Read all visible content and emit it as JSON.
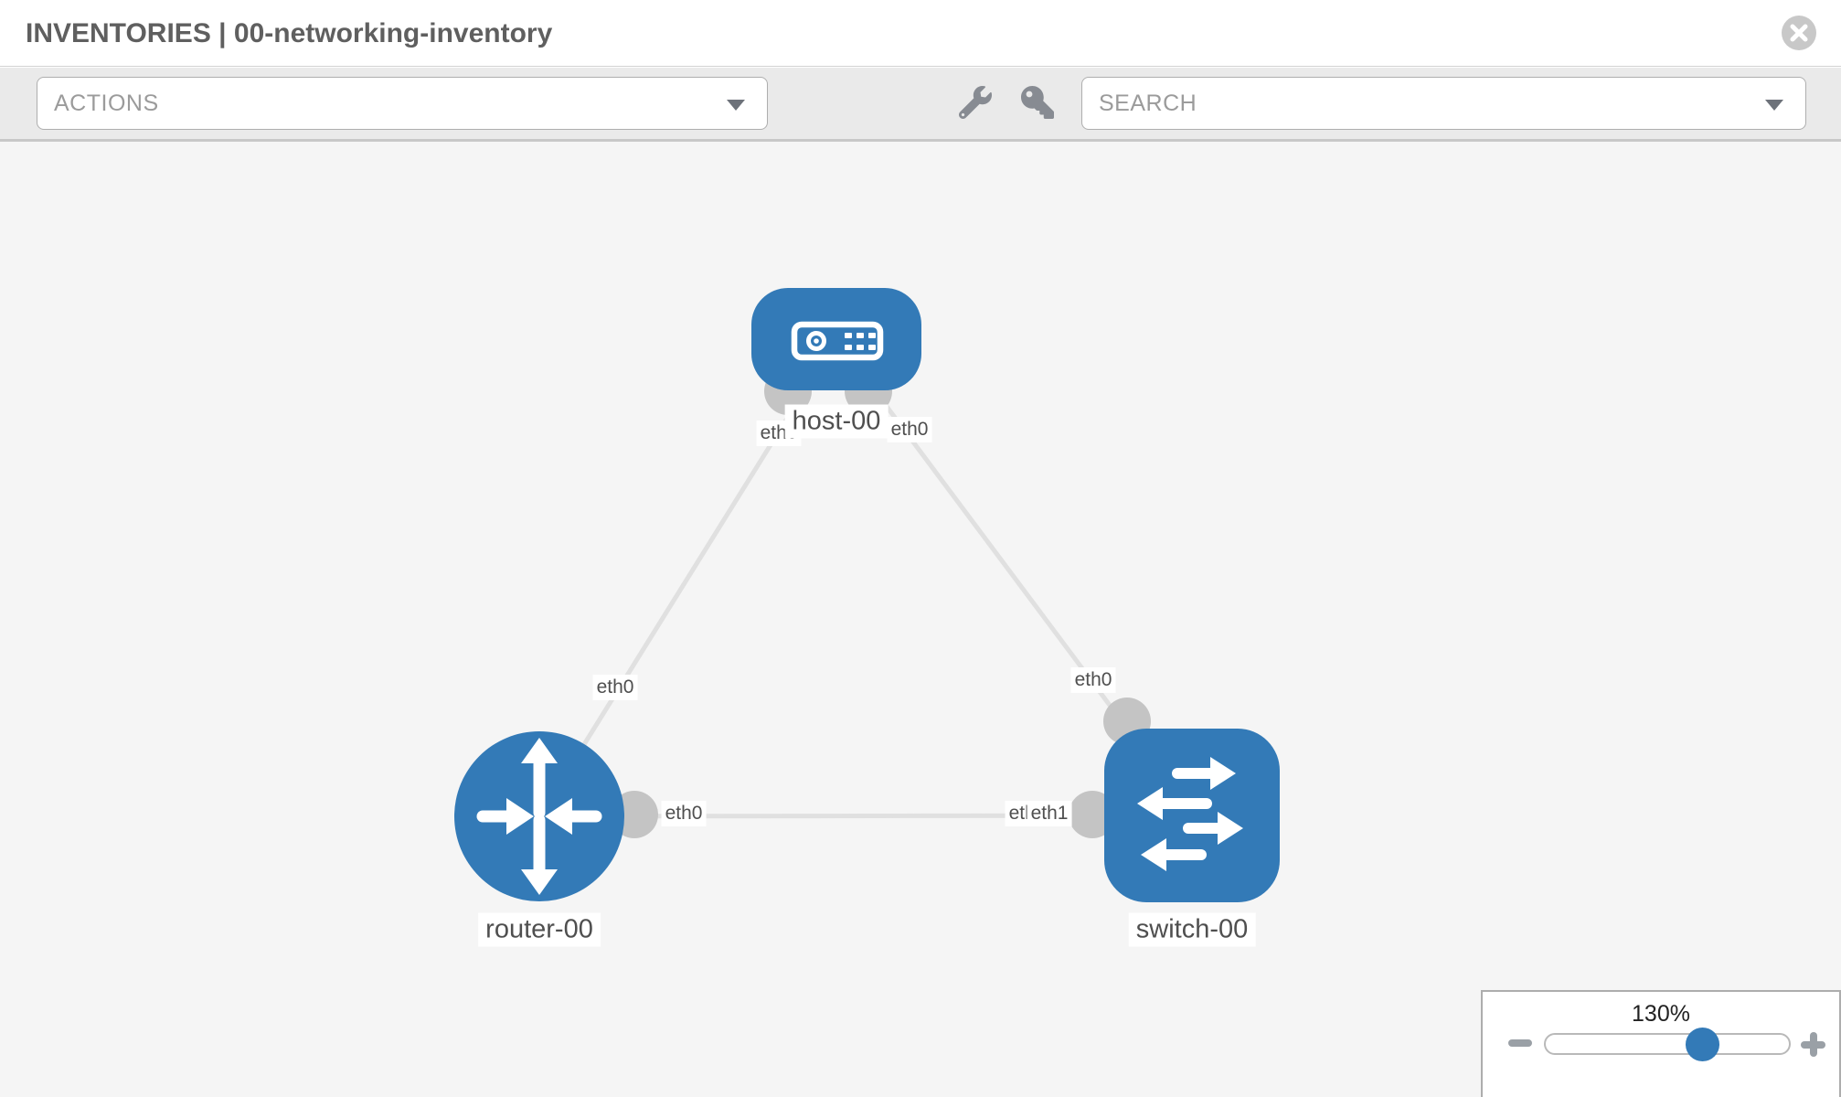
{
  "header": {
    "title": "INVENTORIES | 00-networking-inventory",
    "close_icon": "close-icon"
  },
  "toolbar": {
    "actions_placeholder": "ACTIONS",
    "search_placeholder": "SEARCH",
    "wrench_icon": "wrench-icon",
    "key_icon": "key-icon"
  },
  "topology": {
    "nodes": [
      {
        "id": "host-00",
        "label": "host-00",
        "type": "host"
      },
      {
        "id": "router-00",
        "label": "router-00",
        "type": "router"
      },
      {
        "id": "switch-00",
        "label": "switch-00",
        "type": "switch"
      }
    ],
    "links": [
      {
        "from": "host-00",
        "from_if": "eth0",
        "to": "router-00",
        "to_if": "eth0"
      },
      {
        "from": "host-00",
        "from_if": "eth0",
        "to": "switch-00",
        "to_if": "eth0"
      },
      {
        "from": "router-00",
        "from_if": "eth0",
        "to": "switch-00",
        "to_if": "eth1",
        "to_if_overlapped": "eth0"
      }
    ]
  },
  "zoom_panel": {
    "zoom_label": "130%",
    "zoom_percent": 130,
    "minus_icon": "minus-icon",
    "plus_icon": "plus-icon"
  },
  "colors": {
    "node_blue": "#337ab7",
    "endpoint_gray": "#c4c4c4",
    "link_gray": "#e0e0e0",
    "canvas_bg": "#f5f5f5"
  }
}
